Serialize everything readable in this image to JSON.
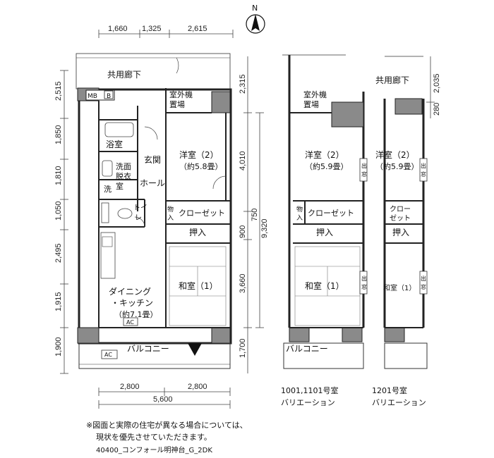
{
  "compass": {
    "north": "N"
  },
  "top_dims": [
    "1,660",
    "1,325",
    "2,615"
  ],
  "left_dims": [
    "2,515",
    "1,850",
    "1,810",
    "1,050",
    "2,495",
    "1,915",
    "1,900"
  ],
  "mid_dims": {
    "a": "2,315",
    "b": "4,010",
    "c": "900",
    "d": "750",
    "e": "9,320",
    "f": "3,660",
    "g": "1,700"
  },
  "right_dims": {
    "a": "2,035",
    "b": "280"
  },
  "bottom_dims": {
    "left": "2,800",
    "right": "2,800",
    "total": "5,600"
  },
  "main": {
    "corridor": "共用廊下",
    "mb": "MB",
    "b": "B",
    "outdoor_unit": "室外機",
    "outdoor_unit2": "置場",
    "bath": "浴室",
    "entrance": "玄関",
    "hall": "ホール",
    "wash": "洗",
    "washroom1": "洗面",
    "washroom2": "脱衣",
    "washroom3": "室",
    "toilet1": "トイ",
    "toilet2": "レ",
    "storage1": "物",
    "storage2": "入",
    "closet": "クローゼット",
    "oshiire": "押入",
    "western_room": "洋室（2）",
    "western_size": "（約5.8畳）",
    "japanese_room": "和室（1）",
    "dk1": "ダイニング",
    "dk2": "・キッチン",
    "dk3": "（約7.1畳）",
    "ac": "AC",
    "balcony": "バルコニー"
  },
  "var1": {
    "outdoor_unit": "室外機",
    "outdoor_unit2": "置場",
    "western_room": "洋室（2）",
    "western_size": "（約5.9畳）",
    "window1": "出",
    "window2": "窓",
    "storage1": "物",
    "storage2": "入",
    "closet": "クローゼット",
    "oshiire": "押入",
    "japanese_room": "和室（1）",
    "balcony": "バルコニー",
    "caption1": "1001,1101号室",
    "caption2": "バリエーション"
  },
  "var2": {
    "corridor": "共用廊下",
    "western_room": "洋室（2）",
    "western_size": "（約5.9畳）",
    "window1": "出",
    "window2": "窓",
    "closet1": "クロー",
    "closet2": "ゼット",
    "oshiire": "押入",
    "japanese_room": "和室（1）",
    "caption1": "1201号室",
    "caption2": "バリエーション"
  },
  "note": {
    "line1": "※図面と実際の住宅が異なる場合については、",
    "line2": "現状を優先させていただきます。"
  },
  "footer": "40400_コンフォール明神台_G_2DK"
}
